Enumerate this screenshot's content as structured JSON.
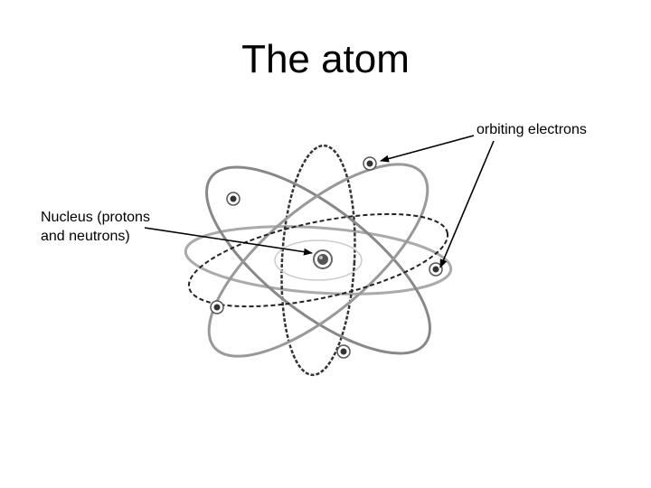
{
  "title": "The atom",
  "labels": {
    "electrons": "orbiting electrons",
    "nucleus_line1": "Nucleus (protons",
    "nucleus_line2": "and neutrons)"
  }
}
